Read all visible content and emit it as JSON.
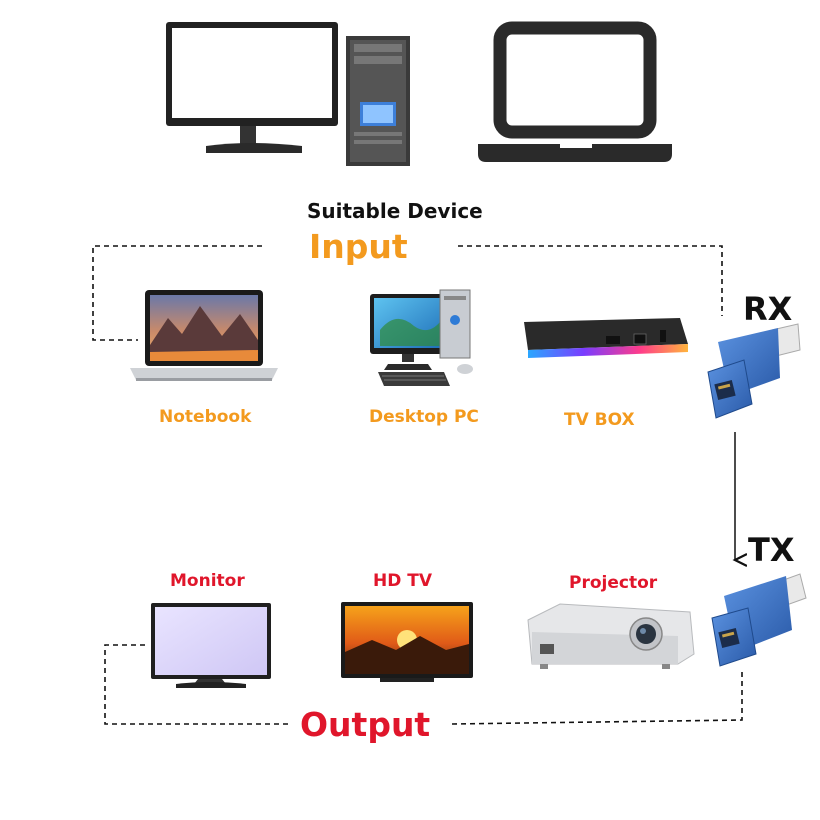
{
  "header": {
    "label": "Suitable Device"
  },
  "input": {
    "title": "Input",
    "devices": [
      {
        "label": "Notebook",
        "icon": "notebook-icon"
      },
      {
        "label": "Desktop PC",
        "icon": "desktop-pc-icon"
      },
      {
        "label": "TV BOX",
        "icon": "tv-box-icon"
      }
    ]
  },
  "output": {
    "title": "Output",
    "devices": [
      {
        "label": "Monitor",
        "icon": "monitor-icon"
      },
      {
        "label": "HD TV",
        "icon": "hd-tv-icon"
      },
      {
        "label": "Projector",
        "icon": "projector-icon"
      }
    ]
  },
  "adapters": {
    "rx": {
      "label": "RX",
      "icon": "rj45-hdmi-adapter-icon"
    },
    "tx": {
      "label": "TX",
      "icon": "rj45-hdmi-adapter-icon"
    }
  },
  "top_devices": [
    "desktop-computer-icon",
    "laptop-icon"
  ],
  "colors": {
    "input_accent": "#f39a1e",
    "output_accent": "#e0162b",
    "adapter_blue": "#3a6fc4"
  }
}
